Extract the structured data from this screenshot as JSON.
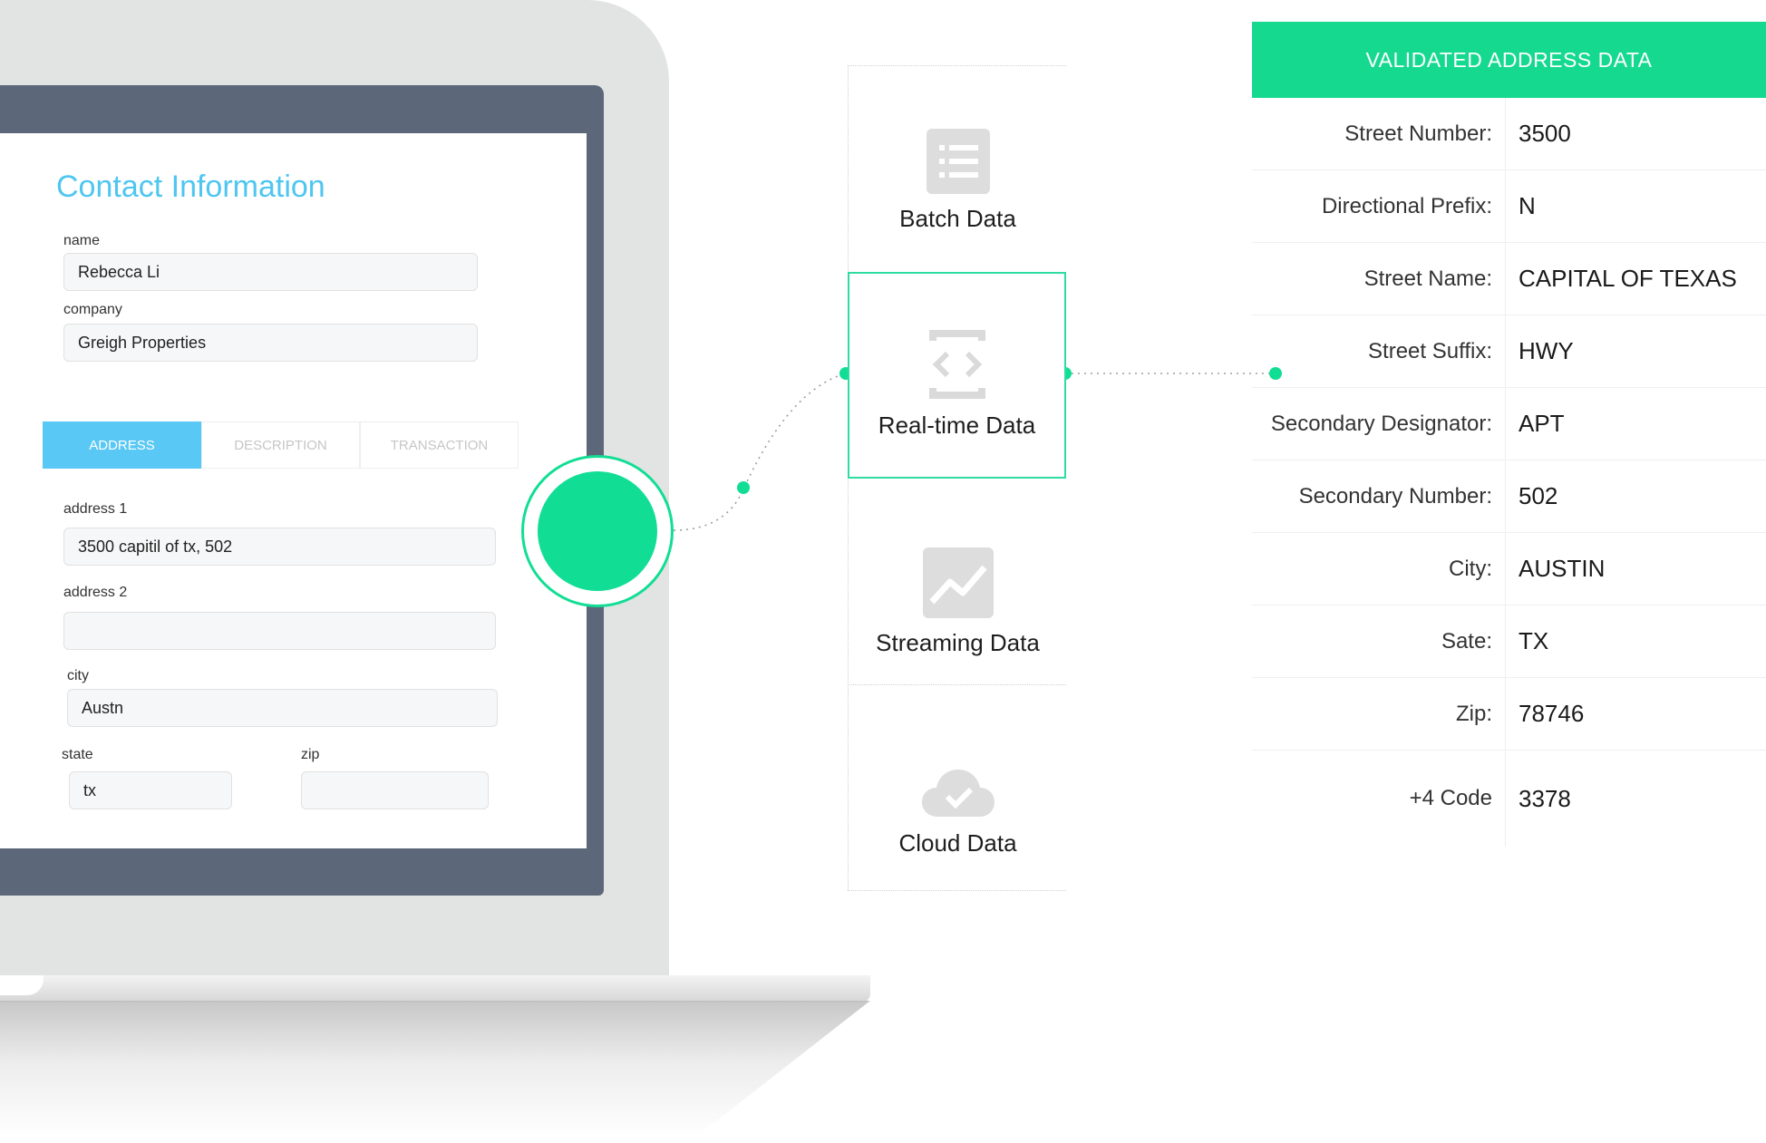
{
  "form": {
    "title": "Contact Information",
    "name_label": "name",
    "name_value": "Rebecca Li",
    "company_label": "company",
    "company_value": "Greigh Properties",
    "tabs": [
      {
        "label": "ADDRESS",
        "active": true
      },
      {
        "label": "DESCRIPTION",
        "active": false
      },
      {
        "label": "TRANSACTION",
        "active": false
      }
    ],
    "address1_label": "address 1",
    "address1_value": "3500 capitil of tx, 502",
    "address2_label": "address 2",
    "address2_value": "",
    "city_label": "city",
    "city_value": "Austn",
    "state_label": "state",
    "state_value": "tx",
    "zip_label": "zip",
    "zip_value": ""
  },
  "sources": [
    {
      "label": "Batch Data",
      "icon": "list-icon",
      "selected": false
    },
    {
      "label": "Real-time Data",
      "icon": "code-brackets-icon",
      "selected": true
    },
    {
      "label": "Streaming Data",
      "icon": "trend-chart-icon",
      "selected": false
    },
    {
      "label": "Cloud Data",
      "icon": "cloud-check-icon",
      "selected": false
    }
  ],
  "validated": {
    "header": "VALIDATED ADDRESS DATA",
    "rows": [
      {
        "label": "Street Number:",
        "value": "3500"
      },
      {
        "label": "Directional Prefix:",
        "value": "N"
      },
      {
        "label": "Street Name:",
        "value": "CAPITAL OF TEXAS"
      },
      {
        "label": "Street Suffix:",
        "value": "HWY"
      },
      {
        "label": "Secondary Designator:",
        "value": "APT"
      },
      {
        "label": "Secondary Number:",
        "value": "502"
      },
      {
        "label": "City:",
        "value": "AUSTIN"
      },
      {
        "label": "Sate:",
        "value": "TX"
      },
      {
        "label": "Zip:",
        "value": "78746"
      },
      {
        "label": "+4 Code",
        "value": "3378"
      }
    ]
  },
  "colors": {
    "accent_green": "#11de94",
    "header_green": "#16d990",
    "title_blue": "#4ec6f0",
    "tab_blue": "#5ac8f5",
    "bezel": "#5c6879"
  }
}
